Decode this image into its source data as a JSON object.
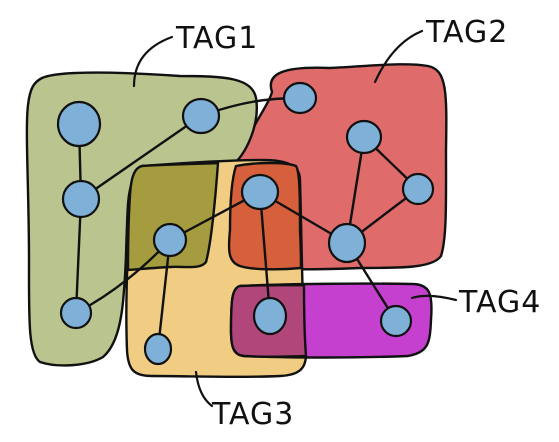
{
  "tags": [
    {
      "id": "tag1",
      "label": "TAG1",
      "color": "#b9c48f"
    },
    {
      "id": "tag2",
      "label": "TAG2",
      "color": "#e06b6b"
    },
    {
      "id": "tag3",
      "label": "TAG3",
      "color": "#f0cd82"
    },
    {
      "id": "tag4",
      "label": "TAG4",
      "color": "#c540cf"
    }
  ],
  "overlap_colors": {
    "tag1_tag3": "#a49c3e",
    "tag2_tag3": "#d6603c",
    "tag3_tag4": "#b1467a"
  },
  "node_color": "#7fb0d8",
  "nodes": [
    {
      "id": "n1",
      "tags": [
        "tag1"
      ]
    },
    {
      "id": "n2",
      "tags": [
        "tag1"
      ]
    },
    {
      "id": "n3",
      "tags": [
        "tag1"
      ]
    },
    {
      "id": "n4",
      "tags": [
        "tag1"
      ]
    },
    {
      "id": "n5",
      "tags": [
        "tag2"
      ]
    },
    {
      "id": "n6",
      "tags": [
        "tag2"
      ]
    },
    {
      "id": "n7",
      "tags": [
        "tag2"
      ]
    },
    {
      "id": "n8",
      "tags": [
        "tag2",
        "tag3"
      ]
    },
    {
      "id": "n9",
      "tags": [
        "tag2"
      ]
    },
    {
      "id": "n10",
      "tags": [
        "tag1",
        "tag3"
      ]
    },
    {
      "id": "n11",
      "tags": [
        "tag3"
      ]
    },
    {
      "id": "n12",
      "tags": [
        "tag3",
        "tag4"
      ]
    },
    {
      "id": "n13",
      "tags": [
        "tag4"
      ]
    }
  ],
  "edges": [
    [
      "n1",
      "n3"
    ],
    [
      "n3",
      "n4"
    ],
    [
      "n3",
      "n2"
    ],
    [
      "n2",
      "n5"
    ],
    [
      "n4",
      "n10"
    ],
    [
      "n10",
      "n8"
    ],
    [
      "n10",
      "n11"
    ],
    [
      "n8",
      "n12"
    ],
    [
      "n8",
      "n9"
    ],
    [
      "n6",
      "n9"
    ],
    [
      "n6",
      "n7"
    ],
    [
      "n7",
      "n9"
    ],
    [
      "n9",
      "n13"
    ]
  ]
}
